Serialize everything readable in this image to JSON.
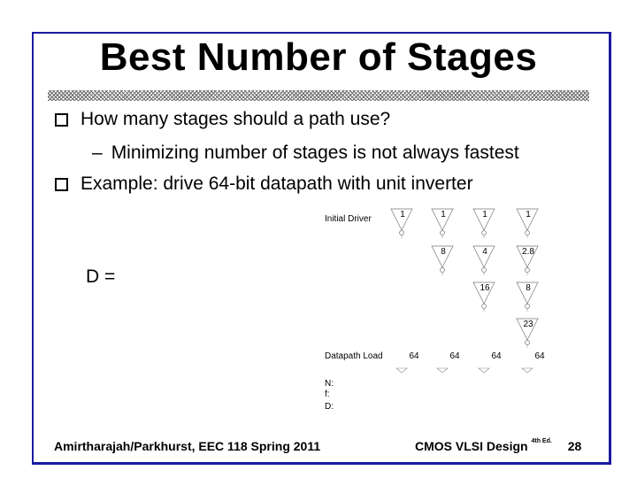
{
  "slide": {
    "title": "Best Number of Stages",
    "bullets": [
      "How many stages should a path use?",
      "Example: drive 64-bit datapath with unit inverter"
    ],
    "sub_bullet": "Minimizing number of stages is not always fastest",
    "sub_dash": "–",
    "d_line": "D  ="
  },
  "diagram": {
    "initial_driver_label": "Initial Driver",
    "datapath_load_label": "Datapath Load",
    "result_labels": [
      "N:",
      "f:",
      "D:"
    ],
    "columns": [
      {
        "sizes": [
          "1"
        ],
        "load": "64"
      },
      {
        "sizes": [
          "1",
          "8"
        ],
        "load": "64"
      },
      {
        "sizes": [
          "1",
          "4",
          "16"
        ],
        "load": "64"
      },
      {
        "sizes": [
          "1",
          "2.8",
          "8",
          "23"
        ],
        "load": "64"
      }
    ]
  },
  "footer": {
    "left": "Amirtharajah/Parkhurst, EEC 118 Spring 2011",
    "right": "CMOS VLSI Design",
    "edition_sup": "4th Ed.",
    "page_number": "28"
  }
}
